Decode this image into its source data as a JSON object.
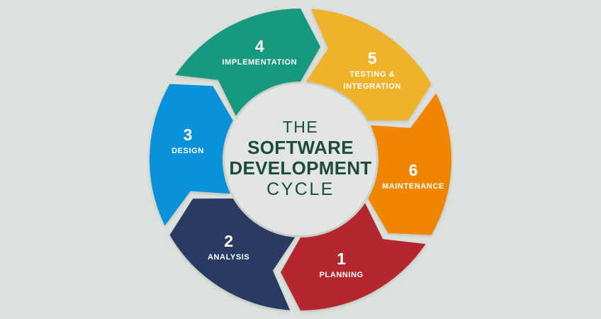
{
  "background_color": "#dde1dd",
  "center_circle_color": "#e2e5e1",
  "title": {
    "line1": "THE",
    "line2": "SOFTWARE",
    "line3": "DEVELOPMENT",
    "line4": "CYCLE",
    "color": "#1b4a40"
  },
  "diagram": {
    "type": "cycle",
    "direction": "clockwise",
    "label_color": "#ffffff",
    "segments": [
      {
        "number": "1",
        "label": "PLANNING",
        "color": "#b4272e",
        "center_angle": 300,
        "position": "bottom-right"
      },
      {
        "number": "2",
        "label": "ANALYSIS",
        "color": "#2a3b63",
        "center_angle": 240,
        "position": "bottom-left"
      },
      {
        "number": "3",
        "label": "DESIGN",
        "color": "#0991da",
        "center_angle": 180,
        "position": "left"
      },
      {
        "number": "4",
        "label": "IMPLEMENTATION",
        "color": "#16997e",
        "center_angle": 120,
        "position": "top-left"
      },
      {
        "number": "5",
        "label": "TESTING &\nINTEGRATION",
        "color": "#eeb32a",
        "center_angle": 60,
        "position": "top-right"
      },
      {
        "number": "6",
        "label": "MAINTENANCE",
        "color": "#f08500",
        "center_angle": 0,
        "position": "right"
      }
    ]
  }
}
